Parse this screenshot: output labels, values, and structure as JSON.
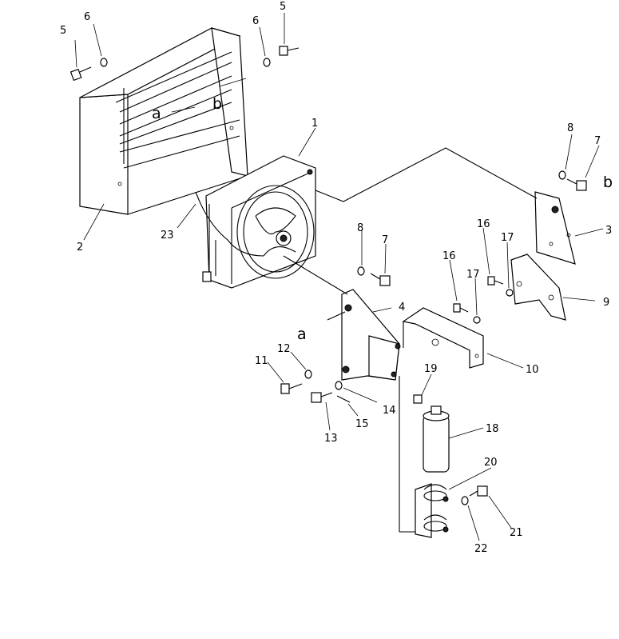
{
  "callouts": [
    {
      "id": "c1",
      "text": "1"
    },
    {
      "id": "c2",
      "text": "2"
    },
    {
      "id": "c3",
      "text": "3"
    },
    {
      "id": "c4",
      "text": "4"
    },
    {
      "id": "c5a",
      "text": "5"
    },
    {
      "id": "c5b",
      "text": "5"
    },
    {
      "id": "c6a",
      "text": "6"
    },
    {
      "id": "c6b",
      "text": "6"
    },
    {
      "id": "c7a",
      "text": "7"
    },
    {
      "id": "c7b",
      "text": "7"
    },
    {
      "id": "c8a",
      "text": "8"
    },
    {
      "id": "c8b",
      "text": "8"
    },
    {
      "id": "c9",
      "text": "9"
    },
    {
      "id": "c10",
      "text": "10"
    },
    {
      "id": "c11",
      "text": "11"
    },
    {
      "id": "c12",
      "text": "12"
    },
    {
      "id": "c13",
      "text": "13"
    },
    {
      "id": "c14",
      "text": "14"
    },
    {
      "id": "c15",
      "text": "15"
    },
    {
      "id": "c16a",
      "text": "16"
    },
    {
      "id": "c16b",
      "text": "16"
    },
    {
      "id": "c17a",
      "text": "17"
    },
    {
      "id": "c17b",
      "text": "17"
    },
    {
      "id": "c18",
      "text": "18"
    },
    {
      "id": "c19",
      "text": "19"
    },
    {
      "id": "c20",
      "text": "20"
    },
    {
      "id": "c21",
      "text": "21"
    },
    {
      "id": "c22",
      "text": "22"
    },
    {
      "id": "c23",
      "text": "23"
    }
  ],
  "refs": [
    {
      "id": "ra1",
      "text": "a"
    },
    {
      "id": "rb1",
      "text": "b"
    },
    {
      "id": "ra2",
      "text": "a"
    },
    {
      "id": "rb2",
      "text": "b"
    }
  ]
}
